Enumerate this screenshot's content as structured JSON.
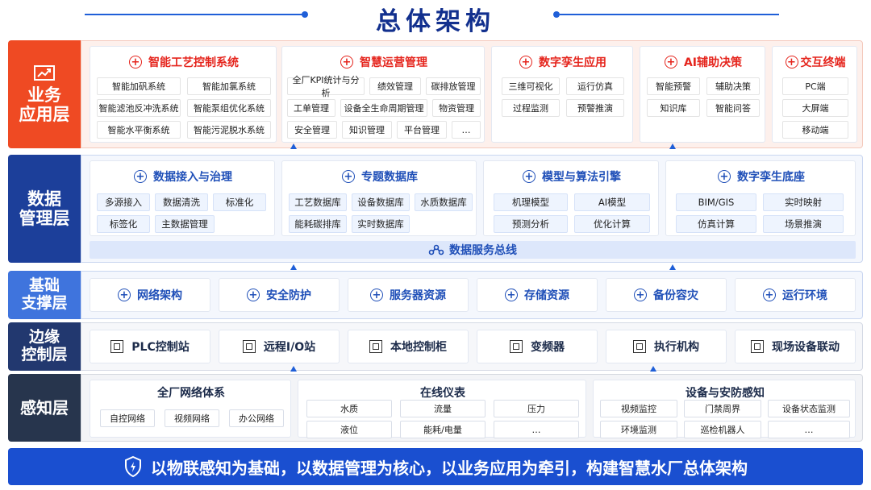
{
  "title": "总体架构",
  "colors": {
    "business": "#ef4a23",
    "data": "#1c3f9a",
    "support": "#3f74dd",
    "edge": "#22386f",
    "perception": "#27354d",
    "footer": "#1a4fd0"
  },
  "layers": {
    "business": {
      "label_line1": "业务",
      "label_line2": "应用层",
      "sections": [
        {
          "title": "智能工艺控制系统",
          "items": [
            "智能加矾系统",
            "智能加氯系统",
            "智能滤池反冲洗系统",
            "智能泵组优化系统",
            "智能水平衡系统",
            "智能污泥脱水系统"
          ]
        },
        {
          "title": "智慧运营管理",
          "items": [
            "全厂KPI统计与分析",
            "绩效管理",
            "碳排放管理",
            "工单管理",
            "设备全生命周期管理",
            "物资管理",
            "安全管理",
            "知识管理",
            "平台管理",
            "…"
          ]
        },
        {
          "title": "数字孪生应用",
          "items": [
            "三维可视化",
            "运行仿真",
            "过程监测",
            "预警推演"
          ]
        },
        {
          "title": "AI辅助决策",
          "items": [
            "智能预警",
            "辅助决策",
            "知识库",
            "智能问答"
          ]
        },
        {
          "title": "交互终端",
          "items": [
            "PC端",
            "大屏端",
            "移动端"
          ]
        }
      ]
    },
    "data": {
      "label_line1": "数据",
      "label_line2": "管理层",
      "sections": [
        {
          "title": "数据接入与治理",
          "items": [
            "多源接入",
            "数据清洗",
            "标准化",
            "标签化",
            "主数据管理"
          ]
        },
        {
          "title": "专题数据库",
          "items": [
            "工艺数据库",
            "设备数据库",
            "水质数据库",
            "能耗碳排库",
            "实时数据库"
          ]
        },
        {
          "title": "模型与算法引擎",
          "items": [
            "机理模型",
            "AI模型",
            "预测分析",
            "优化计算"
          ]
        },
        {
          "title": "数字孪生底座",
          "items": [
            "BIM/GIS",
            "实时映射",
            "仿真计算",
            "场景推演"
          ]
        }
      ],
      "bus": "数据服务总线"
    },
    "support": {
      "label_line1": "基础",
      "label_line2": "支撑层",
      "items": [
        "网络架构",
        "安全防护",
        "服务器资源",
        "存储资源",
        "备份容灾",
        "运行环境"
      ]
    },
    "edge": {
      "label_line1": "边缘",
      "label_line2": "控制层",
      "items": [
        "PLC控制站",
        "远程I/O站",
        "本地控制柜",
        "变频器",
        "执行机构",
        "现场设备联动"
      ]
    },
    "perception": {
      "label": "感知层",
      "sections": [
        {
          "title": "全厂网络体系",
          "items": [
            "自控网络",
            "视频网络",
            "办公网络"
          ]
        },
        {
          "title": "在线仪表",
          "items": [
            "水质",
            "流量",
            "压力",
            "液位",
            "能耗/电量",
            "…"
          ]
        },
        {
          "title": "设备与安防感知",
          "items": [
            "视频监控",
            "门禁周界",
            "设备状态监测",
            "环境监测",
            "巡检机器人",
            "…"
          ]
        }
      ]
    }
  },
  "footer": "以物联感知为基础，以数据管理为核心，以业务应用为牵引，构建智慧水厂总体架构"
}
